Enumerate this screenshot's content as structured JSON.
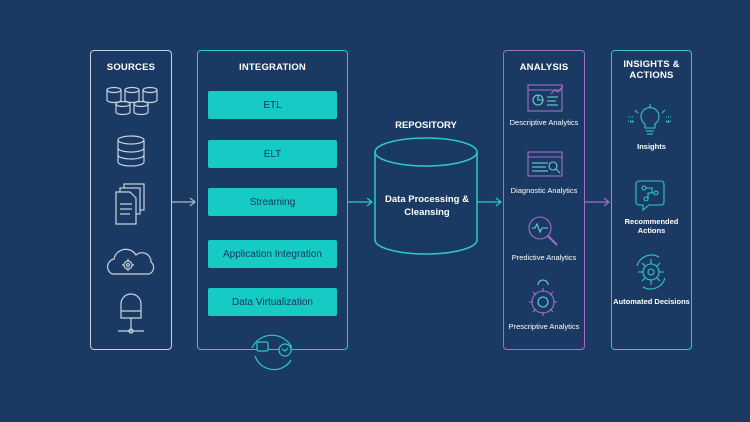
{
  "sources": {
    "title": "SOURCES",
    "icons": [
      "database-cluster-icon",
      "database-icon",
      "documents-icon",
      "cloud-gear-icon",
      "server-icon"
    ]
  },
  "integration": {
    "title": "INTEGRATION",
    "items": [
      "ETL",
      "ELT",
      "Streaming",
      "Application Integration",
      "Data Virtualization"
    ],
    "footer_icon": "integration-cycle-icon"
  },
  "repository": {
    "title": "REPOSITORY",
    "label": "Data Processing & Cleansing"
  },
  "analysis": {
    "title": "ANALYSIS",
    "items": [
      {
        "label": "Descriptive Analytics",
        "icon": "dashboard-chart-icon"
      },
      {
        "label": "Diagnostic Analytics",
        "icon": "diagnostic-screen-icon"
      },
      {
        "label": "Predictive Analytics",
        "icon": "magnifier-pulse-icon"
      },
      {
        "label": "Prescriptive Analytics",
        "icon": "brain-gear-icon"
      }
    ]
  },
  "insights": {
    "title": "INSIGHTS & ACTIONS",
    "items": [
      {
        "label": "Insights",
        "icon": "lightbulb-icon"
      },
      {
        "label": "Recommended Actions",
        "icon": "flow-chat-icon"
      },
      {
        "label": "Automated Decisions",
        "icon": "gear-cycle-icon"
      }
    ]
  },
  "colors": {
    "background": "#1a3a63",
    "sources_border": "#c9d3df",
    "integration_accent": "#16cbc3",
    "analysis_accent": "#a46fc5",
    "insights_accent": "#35c7c4"
  }
}
